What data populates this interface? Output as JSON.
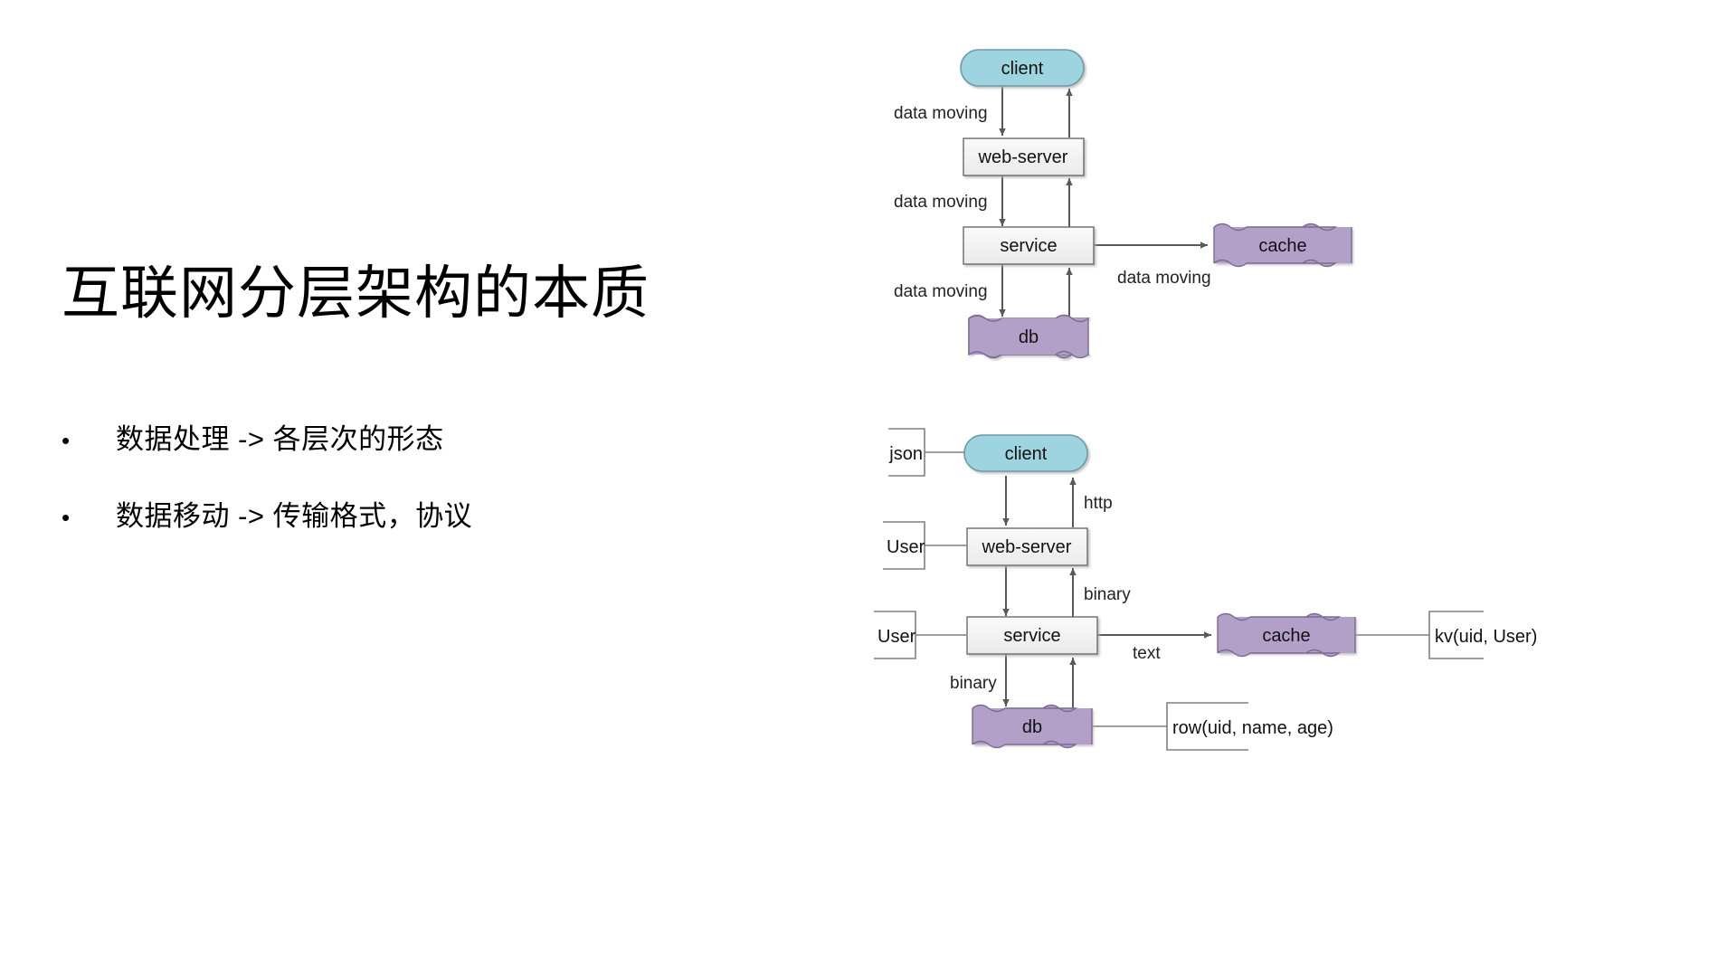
{
  "slide": {
    "title": "互联网分层架构的本质",
    "bullets": [
      {
        "marker": "•",
        "text": "数据处理 -> 各层次的形态"
      },
      {
        "marker": "•",
        "text": "数据移动 -> 传输格式，协议"
      }
    ]
  },
  "colors": {
    "client_fill": "#9ED4E0",
    "client_stroke": "#6E9AA5",
    "process_fill": "#F2F2F2",
    "process_stroke": "#6B6B6B",
    "store_fill": "#B3A0C8",
    "store_stroke": "#7B6A92",
    "arrow": "#595959",
    "annotation_stroke": "#7F7F7F",
    "text": "#000000"
  },
  "diagram_top": {
    "name": "data-moving-overview",
    "nodes": {
      "client": "client",
      "web_server": "web-server",
      "service": "service",
      "db": "db",
      "cache": "cache"
    },
    "edge_labels": {
      "client_web": "data  moving",
      "web_service": "data  moving",
      "service_db": "data  moving",
      "service_cache": "data  moving"
    }
  },
  "diagram_bottom": {
    "name": "data-format-overview",
    "nodes": {
      "client": "client",
      "web_server": "web-server",
      "service": "service",
      "db": "db",
      "cache": "cache"
    },
    "edge_labels": {
      "client_web_up": "http",
      "web_service_up": "binary",
      "service_db_down": "binary",
      "service_cache": "text"
    },
    "annotations": {
      "client_left": "json",
      "web_server_left": "User",
      "service_left": "User",
      "cache_right": "kv(uid, User)",
      "db_right": "row(uid, name, age)"
    }
  }
}
